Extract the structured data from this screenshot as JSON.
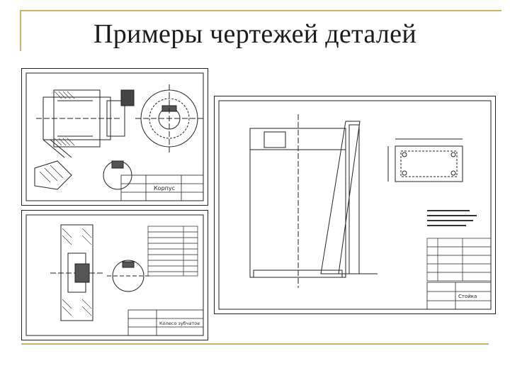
{
  "slide": {
    "title": "Примеры чертежей деталей",
    "accent_color": "#c9b26a"
  },
  "drawings": [
    {
      "id": "housing",
      "title_block": "Корпус",
      "icons": [
        "gear-hub-section",
        "flange-view"
      ]
    },
    {
      "id": "gear",
      "title_block": "Колесо зубчатое",
      "icons": [
        "gear-section"
      ]
    },
    {
      "id": "bracket",
      "title_block": "Стойка",
      "icons": [
        "bracket-sheet"
      ]
    }
  ]
}
